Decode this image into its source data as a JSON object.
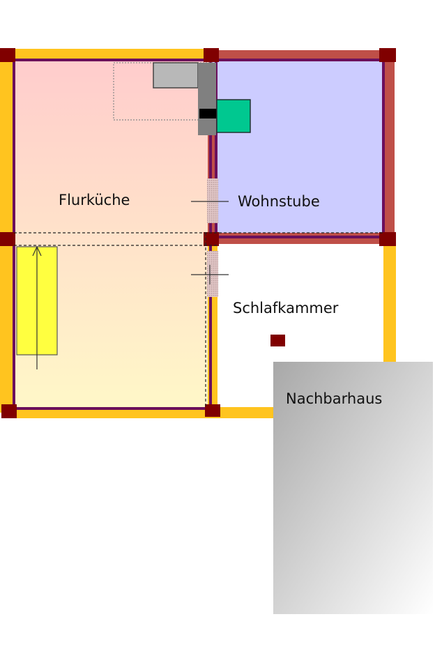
{
  "rooms": {
    "flurkueche": {
      "label": "Flurküche"
    },
    "wohnstube": {
      "label": "Wohnstube"
    },
    "schlafkammer": {
      "label": "Schlafkammer"
    },
    "nachbarhaus": {
      "label": "Nachbarhaus"
    }
  },
  "colors": {
    "kitchen_top": "#ffcccc",
    "kitchen_bottom": "#fff8c8",
    "living_room": "#ccccff",
    "neighbor_light": "#ffffff",
    "neighbor_dark": "#a8a8a8",
    "wall_yellow": "#ffc41f",
    "wall_red": "#bf4f48",
    "wall_purple": "#6b0f5c",
    "post": "#800000",
    "stove_green": "#00c890",
    "staircase": "#ffff40"
  }
}
